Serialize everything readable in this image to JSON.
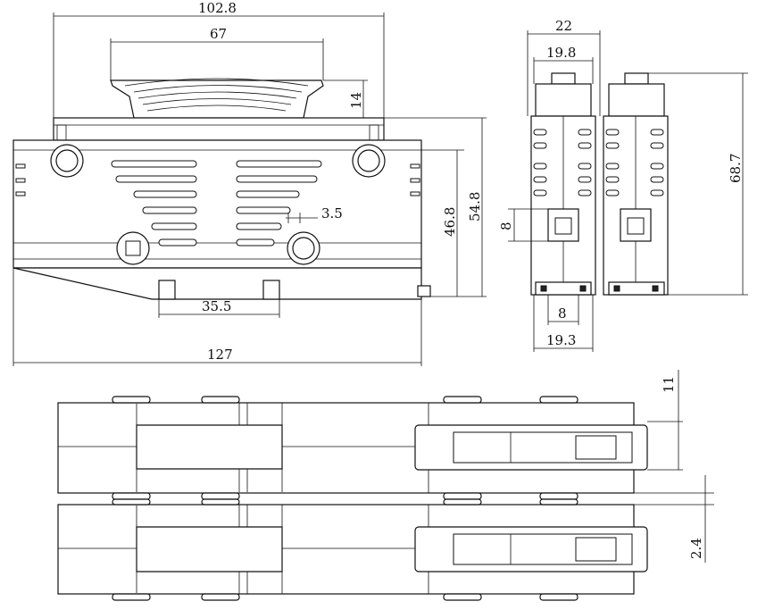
{
  "dimensions": {
    "overall_top_width": "102.8",
    "clip_width": "67",
    "clip_height": "14",
    "body_height": "46.8",
    "total_height": "54.8",
    "slot_width": "3.5",
    "foot_span": "35.5",
    "overall_length": "127",
    "side_outer_width": "22",
    "side_inner_width": "19.8",
    "side_window_height": "8",
    "side_window_width": "8",
    "side_base_width": "19.3",
    "side_total_height": "68.7",
    "plan_module_height": "11",
    "plan_gap": "2.4"
  }
}
